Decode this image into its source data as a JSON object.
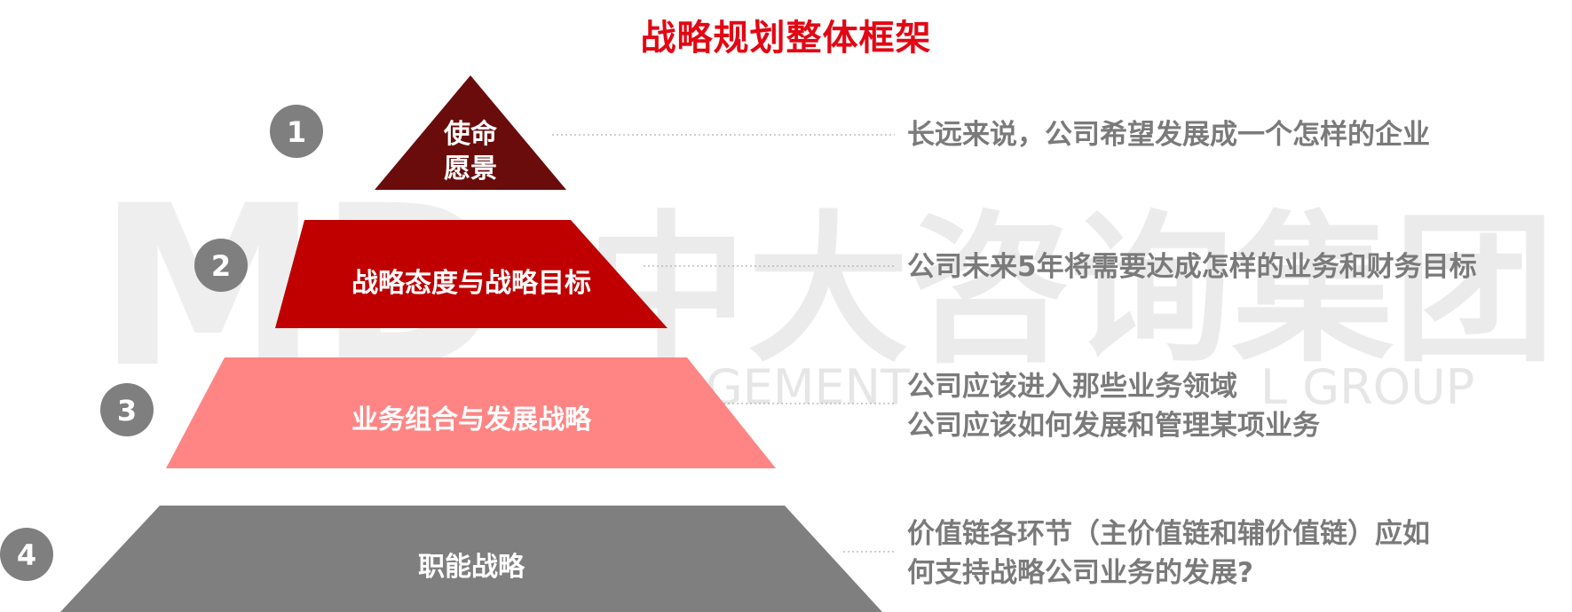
{
  "title": "战略规划整体框架",
  "watermark": {
    "logo_text": "MD",
    "chinese_text": "中大咨询集团",
    "english_left": "MANAGEMENT",
    "english_right": "L GROUP"
  },
  "levels": [
    {
      "number": "1",
      "label_lines": [
        "使命",
        "愿景"
      ],
      "color": "#6b0c0c",
      "description_lines": [
        "长远来说，公司希望发展成一个怎样的企业"
      ]
    },
    {
      "number": "2",
      "label_lines": [
        "战略态度与战略目标"
      ],
      "color": "#c00000",
      "description_lines": [
        "公司未来5年将需要达成怎样的业务和财务目标"
      ]
    },
    {
      "number": "3",
      "label_lines": [
        "业务组合与发展战略"
      ],
      "color": "#ff8585",
      "description_lines": [
        "公司应该进入那些业务领域",
        "公司应该如何发展和管理某项业务"
      ]
    },
    {
      "number": "4",
      "label_lines": [
        "职能战略"
      ],
      "color": "#7f7f7f",
      "description_lines": [
        "价值链各环节（主价值链和辅价值链）应如",
        "何支持战略公司业务的发展?"
      ]
    }
  ],
  "colors": {
    "title": "#e30613",
    "number_circle": "#7f7f7f",
    "description_text": "#7a7a7a",
    "connector_line": "#b0b0b0"
  }
}
